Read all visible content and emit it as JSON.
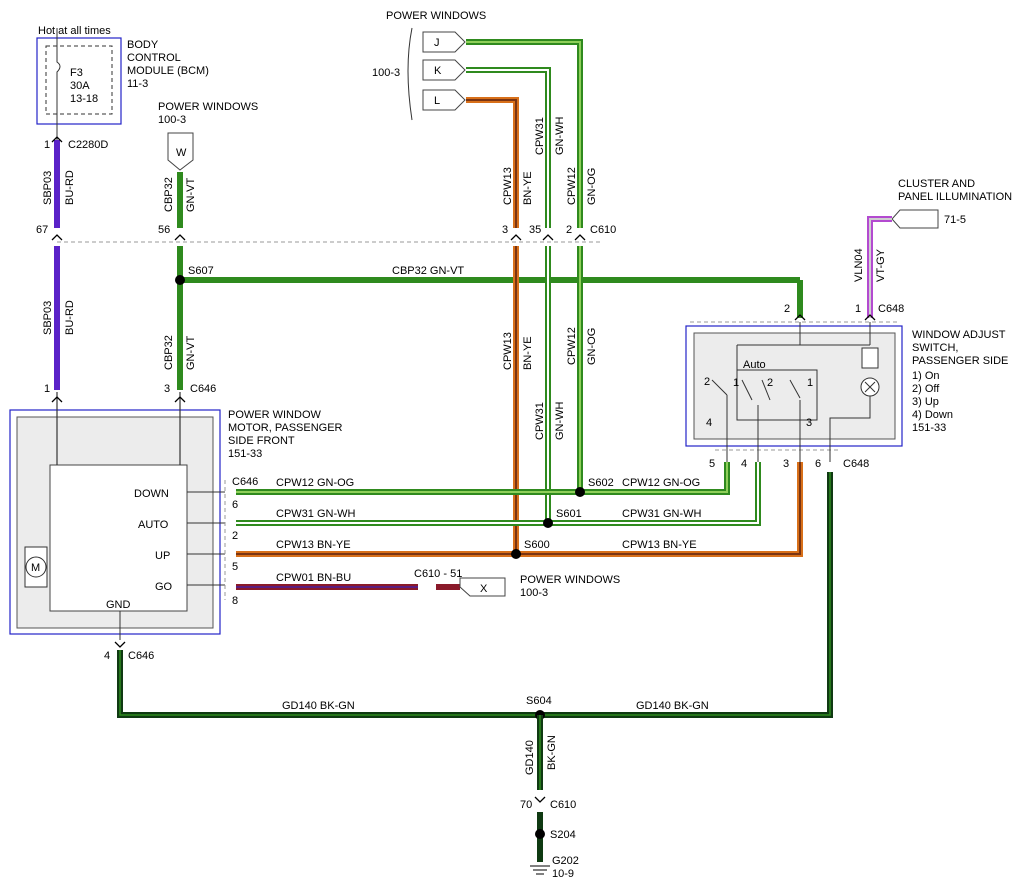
{
  "bcm": {
    "hot": "Hot at all times",
    "title1": "BODY",
    "title2": "CONTROL",
    "title3": "MODULE (BCM)",
    "ref": "11-3",
    "fuse1": "F3",
    "fuse2": "30A",
    "fuse3": "13-18",
    "pin": "1",
    "conn": "C2280D"
  },
  "pw_top": {
    "title": "POWER WINDOWS",
    "ref": "100-3",
    "pins": [
      "J",
      "K",
      "L"
    ]
  },
  "pw_w": {
    "title": "POWER WINDOWS",
    "ref": "100-3",
    "pin": "W"
  },
  "pw_x": {
    "title": "POWER WINDOWS",
    "ref": "100-3",
    "pin": "X"
  },
  "cluster": {
    "title1": "CLUSTER AND",
    "title2": "PANEL ILLUMINATION",
    "ref": "71-5"
  },
  "motor": {
    "title1": "POWER WINDOW",
    "title2": "MOTOR, PASSENGER",
    "title3": "SIDE FRONT",
    "ref": "151-33",
    "labels": [
      "DOWN",
      "AUTO",
      "UP",
      "GO",
      "GND"
    ],
    "m": "M"
  },
  "switch": {
    "title1": "WINDOW ADJUST",
    "title2": "SWITCH,",
    "title3": "PASSENGER SIDE",
    "legend": [
      "1) On",
      "2) Off",
      "3) Up",
      "4) Down"
    ],
    "ref": "151-33",
    "auto": "Auto",
    "internal": [
      "2",
      "1",
      "2",
      "1",
      "4",
      "3"
    ]
  },
  "wires": {
    "sbp03": "SBP03",
    "burd": "BU-RD",
    "cbp32": "CBP32",
    "gnvt": "GN-VT",
    "cbp32_h": "CBP32  GN-VT",
    "cpw13": "CPW13",
    "bnye": "BN-YE",
    "cpw31": "CPW31",
    "gnwh": "GN-WH",
    "cpw12": "CPW12",
    "gnog": "GN-OG",
    "vln04": "VLN04",
    "vtgy": "VT-GY",
    "cpw12_h": "CPW12     GN-OG",
    "cpw31_h": "CPW31     GN-WH",
    "cpw13_h": "CPW13     BN-YE",
    "cpw01_h": "CPW01     BN-BU",
    "gd140_h": "GD140     BK-GN",
    "gd140": "GD140",
    "bkgn": "BK-GN"
  },
  "connectors": {
    "c610": "C610",
    "c646": "C646",
    "c648": "C648",
    "c610_51": "C610 - 51",
    "s607": "S607",
    "s602": "S602",
    "s601": "S601",
    "s600": "S600",
    "s604": "S604",
    "s204": "S204",
    "g202": "G202",
    "g202_ref": "10-9"
  },
  "pins": {
    "p67": "67",
    "p56": "56",
    "p3": "3",
    "p35": "35",
    "p2": "2",
    "p1": "1",
    "m1": "1",
    "m3": "3",
    "md6": "6",
    "md2": "2",
    "md5": "5",
    "md8": "8",
    "mg4": "4",
    "s5": "5",
    "s4": "4",
    "s3": "3",
    "s6": "6",
    "s2": "2",
    "p70": "70"
  },
  "colors": {
    "blue_violet": "#5a22c8",
    "green": "#2f8a1e",
    "light_green": "#7fd05a",
    "orange": "#d8701a",
    "brown": "#7a3412",
    "dark_green": "#0f3a12",
    "red_brown": "#8a1a2a",
    "violet": "#b34ad0",
    "frame_blue": "#2323c8"
  }
}
